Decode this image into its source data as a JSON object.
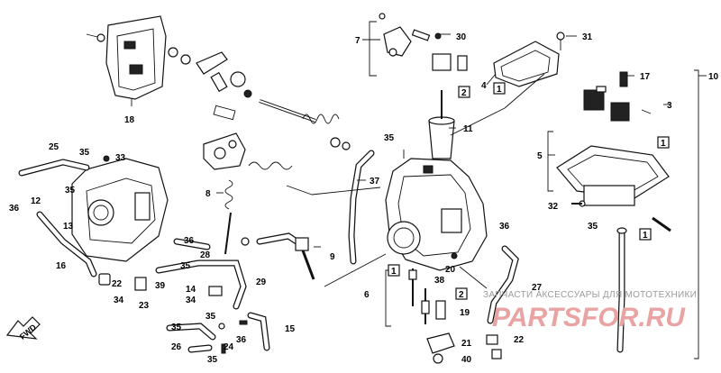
{
  "diagram": {
    "type": "exploded parts diagram",
    "watermark": {
      "text": "ЗАПЧАСТИ АКСЕССУАРЫ ДЛЯ МОТОТЕХНИКИ",
      "logo": "PARTSFOR.RU"
    },
    "direction_label": "FWD",
    "callouts": {
      "c1a": "1",
      "c1b": "1",
      "c1c": "1",
      "c1d": "1",
      "c2a": "2",
      "c2b": "2",
      "c3": "3",
      "c4": "4",
      "c5": "5",
      "c6": "6",
      "c7": "7",
      "c8": "8",
      "c9": "9",
      "c10": "10",
      "c11": "11",
      "c12": "12",
      "c13": "13",
      "c14": "14",
      "c15": "15",
      "c16": "16",
      "c17": "17",
      "c18": "18",
      "c19": "19",
      "c20": "20",
      "c21": "21",
      "c22a": "22",
      "c22b": "22",
      "c23": "23",
      "c24": "24",
      "c25": "25",
      "c26": "26",
      "c27": "27",
      "c28": "28",
      "c29": "29",
      "c30": "30",
      "c31": "31",
      "c32": "32",
      "c33": "33",
      "c34a": "34",
      "c34b": "34",
      "c35a": "35",
      "c35b": "35",
      "c35c": "35",
      "c35d": "35",
      "c35e": "35",
      "c35f": "35",
      "c35g": "35",
      "c35h": "35",
      "c36a": "36",
      "c36b": "36",
      "c36c": "36",
      "c36d": "36",
      "c37": "37",
      "c38": "38",
      "c39": "39",
      "c40": "40"
    }
  }
}
